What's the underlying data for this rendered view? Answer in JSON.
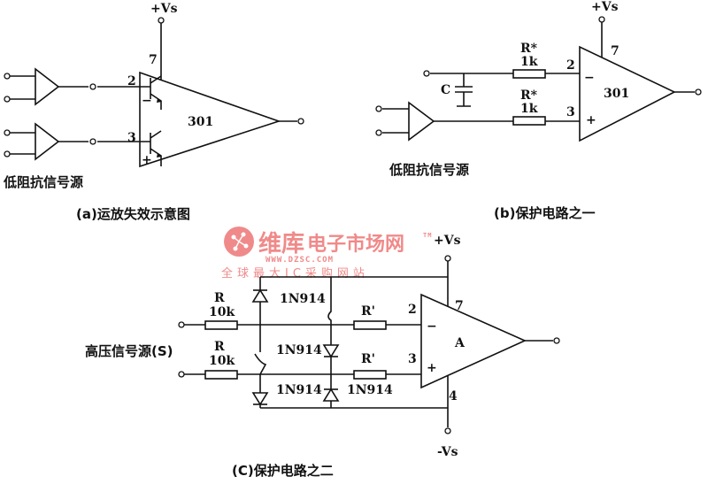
{
  "circuit_a": {
    "opamp_label": "301",
    "supply_label": "+Vs",
    "pin_2": "2",
    "pin_3": "3",
    "pin_7": "7",
    "minus_sign": "−",
    "plus_sign": "+",
    "source_label": "低阻抗信号源",
    "caption": "(a)运放失效示意图"
  },
  "circuit_b": {
    "opamp_label": "301",
    "supply_label": "+Vs",
    "pin_2": "2",
    "pin_3": "3",
    "pin_7": "7",
    "minus_sign": "−",
    "plus_sign": "+",
    "r1_name": "R*",
    "r1_value": "1k",
    "r2_name": "R*",
    "r2_value": "1k",
    "cap_name": "C",
    "source_label": "低阻抗信号源",
    "caption": "(b)保护电路之一"
  },
  "circuit_c": {
    "opamp_label": "A",
    "supply_pos": "+Vs",
    "supply_neg": "-Vs",
    "pin_2": "2",
    "pin_3": "3",
    "pin_4": "4",
    "pin_7": "7",
    "minus_sign": "−",
    "plus_sign": "+",
    "r1_name": "R",
    "r1_value": "10k",
    "r2_name": "R",
    "r2_value": "10k",
    "rp1_name": "R'",
    "rp2_name": "R'",
    "diode_1": "1N914",
    "diode_2": "1N914",
    "diode_3": "1N914",
    "diode_4": "1N914",
    "source_label": "高压信号源(S)",
    "caption": "(C)保护电路之二"
  },
  "watermark": {
    "brand": "维库",
    "name": "电子市场网",
    "tm": "TM",
    "url": "WWW.DZSC.COM",
    "slogan": "全球最大IC采购网站",
    "color": "#f08a8a"
  }
}
